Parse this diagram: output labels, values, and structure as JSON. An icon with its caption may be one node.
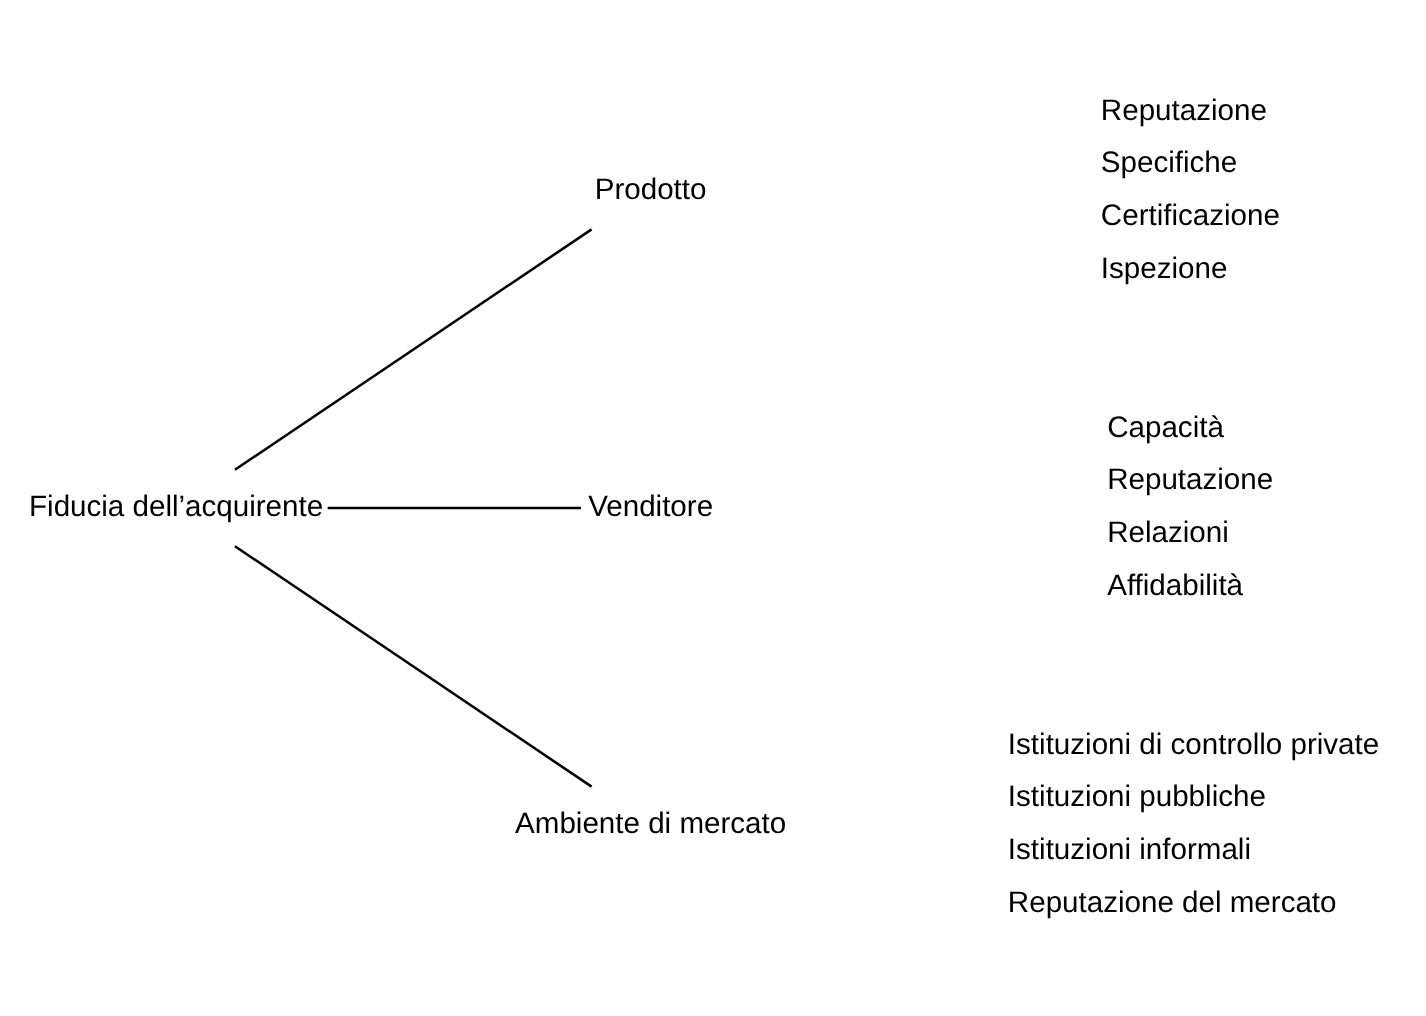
{
  "diagram": {
    "nodes": [
      {
        "text": [
          "Fiducia dell’acquirente"
        ]
      },
      {
        "text": [
          "Prodotto"
        ],
        "beside": [
          "Reputazione",
          "Specifiche",
          "Certificazione",
          "Ispezione"
        ]
      },
      {
        "text": [
          "Venditore"
        ],
        "beside": [
          "Capacità",
          "Reputazione",
          "Relazioni",
          "Affidabilità"
        ]
      },
      {
        "text": [
          "Ambiente di mercato"
        ],
        "beside": [
          "Istituzioni di controllo private",
          "Istituzioni pubbliche",
          "Istituzioni informali",
          "Reputazione del mercato"
        ]
      }
    ],
    "edges": [
      {
        "from": 0,
        "to": 1,
        "arrow": "none"
      },
      {
        "from": 0,
        "to": 2,
        "arrow": "none"
      },
      {
        "from": 0,
        "to": 3,
        "arrow": "none"
      }
    ]
  }
}
